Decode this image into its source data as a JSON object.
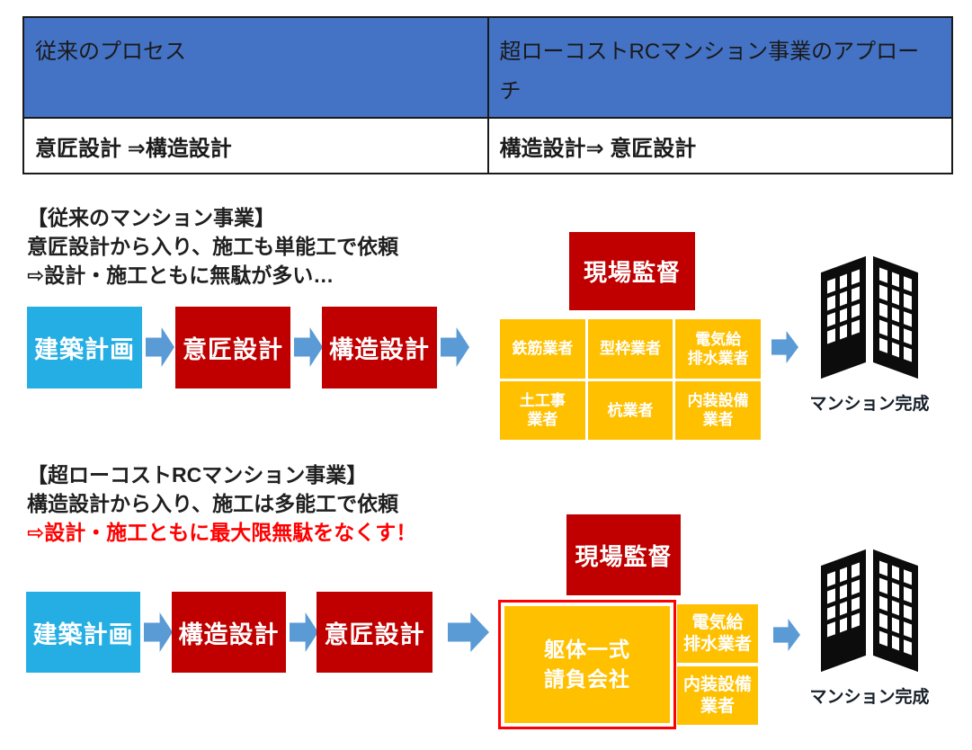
{
  "comparison_table": {
    "columns": [
      "従来のプロセス",
      "超ローコストRCマンション事業のアプローチ"
    ],
    "rows": [
      [
        "意匠設計 ⇒構造設計",
        "構造設計⇒ 意匠設計"
      ]
    ]
  },
  "section_traditional": {
    "title": "【従来のマンション事業】",
    "subtitle": "意匠設計から入り、施工も単能工で依頼",
    "conclusion": "⇨設計・施工ともに無駄が多い…",
    "steps": [
      "建築計画",
      "意匠設計",
      "構造設計"
    ],
    "supervisor": "現場監督",
    "trades": [
      "鉄筋業者",
      "型枠業者",
      "電気給\n排水業者",
      "土工事\n業者",
      "杭業者",
      "内装設備\n業者"
    ],
    "result": "マンション完成"
  },
  "section_lowcost": {
    "title": "【超ローコストRCマンション事業】",
    "subtitle": "構造設計から入り、施工は多能工で依頼",
    "conclusion": "⇨設計・施工ともに最大限無駄をなくす！",
    "steps": [
      "建築計画",
      "構造設計",
      "意匠設計"
    ],
    "supervisor": "現場監督",
    "contractor": "躯体一式\n請負会社",
    "trades": [
      "電気給\n排水業者",
      "内装設備\n業者"
    ],
    "result": "マンション完成"
  },
  "colors": {
    "table_header_blue": "#4472C4",
    "process_cyan": "#25AEE4",
    "process_red": "#C00000",
    "trade_amber": "#FFC000",
    "arrow_blue": "#5B9BD5",
    "alert_red": "#FF0000"
  }
}
